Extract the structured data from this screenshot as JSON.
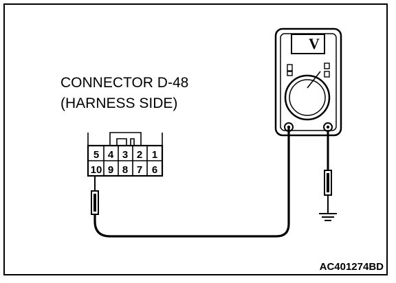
{
  "connector": {
    "title": "CONNECTOR D-48",
    "subtitle": "(HARNESS SIDE)",
    "top_row_pins": [
      "5",
      "4",
      "3",
      "2",
      "1"
    ],
    "bottom_row_pins": [
      "10",
      "9",
      "8",
      "7",
      "6"
    ]
  },
  "meter": {
    "unit_label": "V"
  },
  "diagram_id": "AC401274BD"
}
